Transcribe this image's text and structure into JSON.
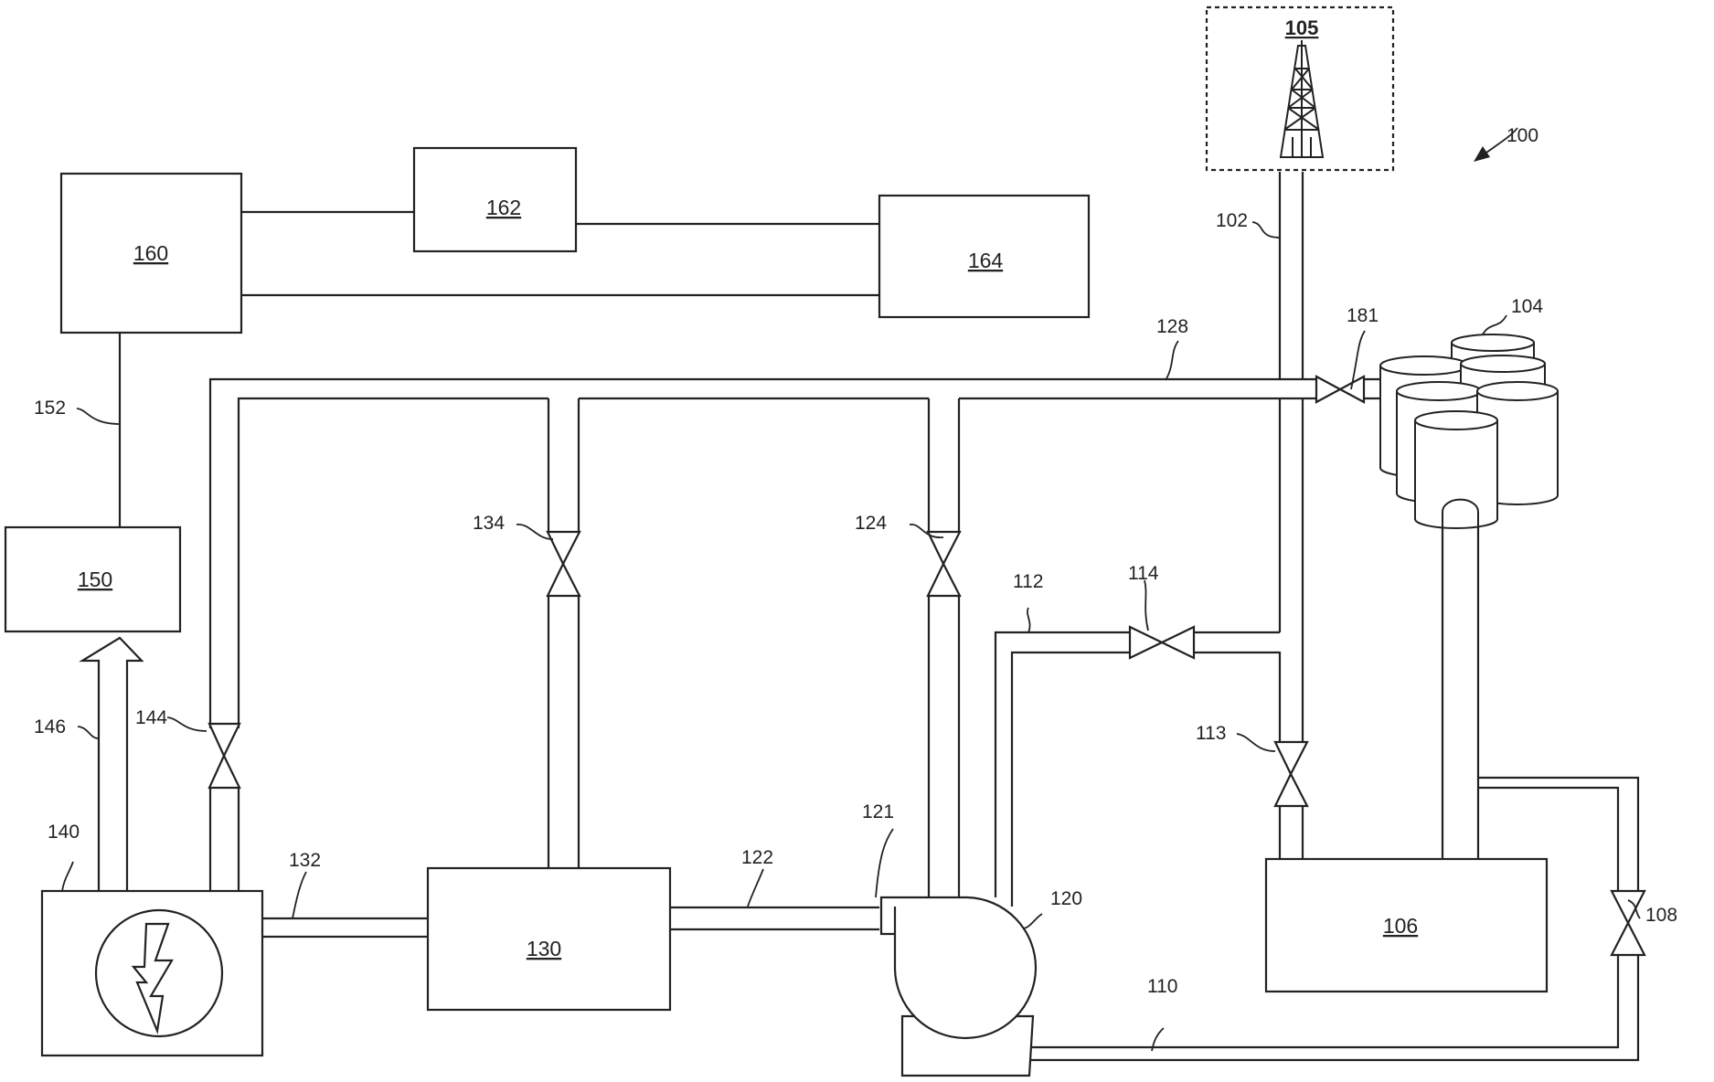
{
  "boxes": {
    "b160": "160",
    "b162": "162",
    "b164": "164",
    "b150": "150",
    "b130": "130",
    "b106": "106",
    "b105": "105"
  },
  "refs": {
    "r100": "100",
    "r102": "102",
    "r104": "104",
    "r108": "108",
    "r110": "110",
    "r112": "112",
    "r113": "113",
    "r114": "114",
    "r120": "120",
    "r121": "121",
    "r122": "122",
    "r124": "124",
    "r128": "128",
    "r132": "132",
    "r134": "134",
    "r140": "140",
    "r144": "144",
    "r146": "146",
    "r152": "152",
    "r181": "181"
  },
  "icons": {
    "generator": "lightning-bolt-icon",
    "wellhead": "drilling-rig-icon",
    "storage": "storage-tanks-icon",
    "pump": "centrifugal-pump-icon"
  }
}
